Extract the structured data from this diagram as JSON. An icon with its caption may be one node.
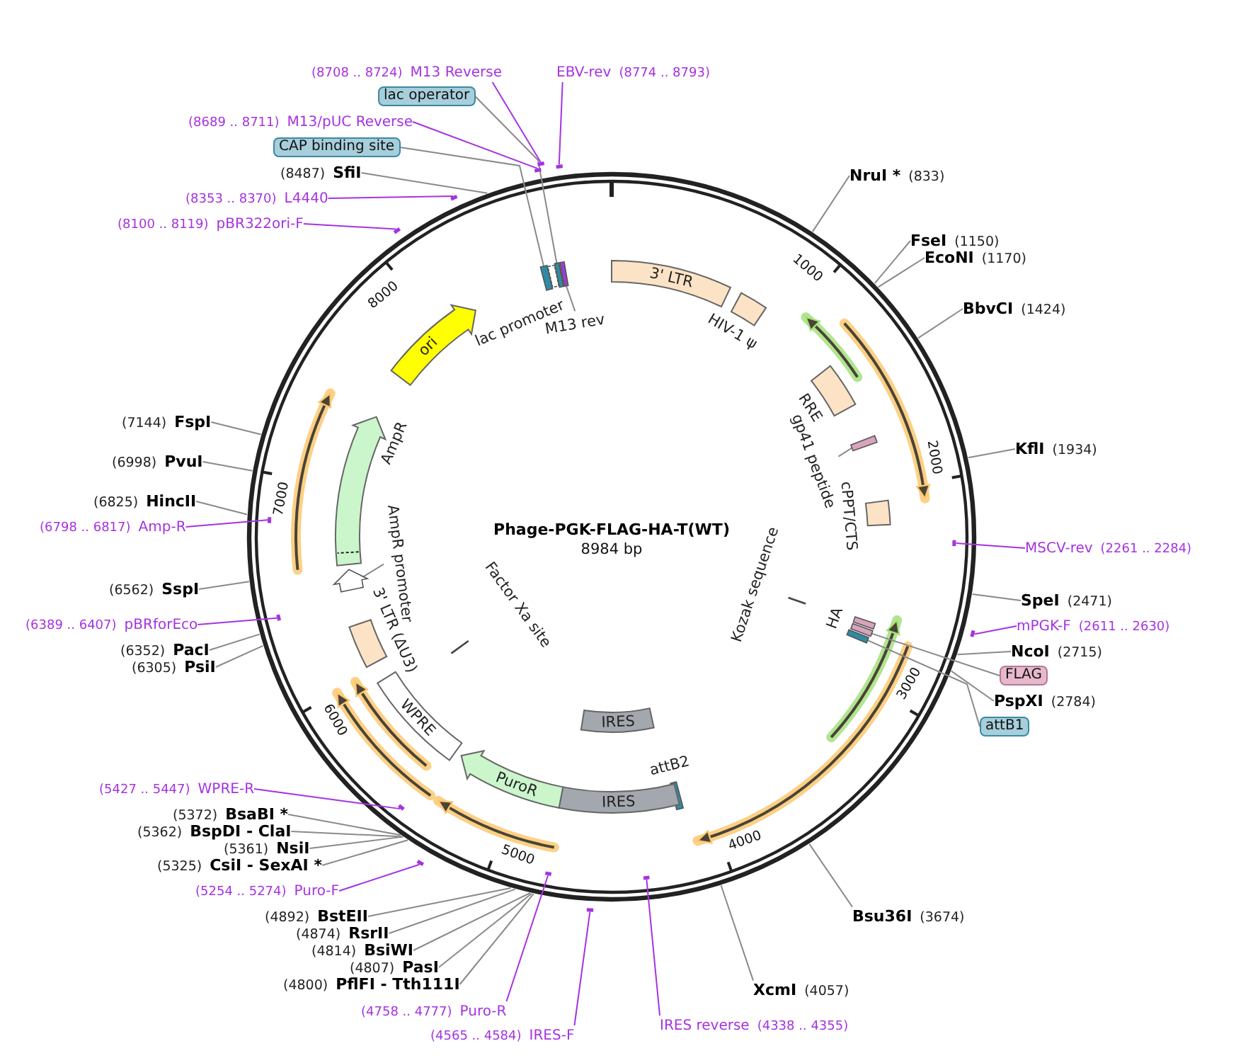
{
  "diagram": {
    "title": "Phage-PGK-FLAG-HA-T(WT)",
    "nodes": [
      {
        "text": [
          "NruI *",
          "(833)"
        ]
      },
      {
        "text": [
          "FseI",
          "(1150)"
        ]
      },
      {
        "text": [
          "EcoNI",
          "(1170)"
        ]
      },
      {
        "text": [
          "BbvCI",
          "(1424)"
        ]
      },
      {
        "text": [
          "KflI",
          "(1934)"
        ]
      },
      {
        "text": [
          "MSCV-rev",
          "(2261 .. 2284)"
        ]
      },
      {
        "text": [
          "SpeI",
          "(2471)"
        ]
      },
      {
        "text": [
          "mPGK-F",
          "(2611 .. 2630)"
        ]
      },
      {
        "text": [
          "NcoI",
          "(2715)"
        ]
      },
      {
        "text": [
          "FLAG"
        ]
      },
      {
        "text": [
          "PspXI",
          "(2784)"
        ]
      },
      {
        "text": [
          "attB1"
        ]
      },
      {
        "text": [
          "Bsu36I",
          "(3674)"
        ]
      },
      {
        "text": [
          "XcmI",
          "(4057)"
        ]
      },
      {
        "text": [
          "IRES reverse",
          "(4338 .. 4355)"
        ]
      },
      {
        "text": [
          "(4565 .. 4584)",
          "IRES-F"
        ]
      },
      {
        "text": [
          "(4758 .. 4777)",
          "Puro-R"
        ]
      },
      {
        "text": [
          "(4800)",
          "PflFI - Tth111I"
        ]
      },
      {
        "text": [
          "(4807)",
          "PasI"
        ]
      },
      {
        "text": [
          "(4814)",
          "BsiWI"
        ]
      },
      {
        "text": [
          "(4874)",
          "RsrII"
        ]
      },
      {
        "text": [
          "(4892)",
          "BstEII"
        ]
      },
      {
        "text": [
          "(5254 .. 5274)",
          "Puro-F"
        ]
      },
      {
        "text": [
          "(5325)",
          "CsiI - SexAI *"
        ]
      },
      {
        "text": [
          "(5361)",
          "NsiI"
        ]
      },
      {
        "text": [
          "(5362)",
          "BspDI - ClaI"
        ]
      },
      {
        "text": [
          "(5372)",
          "BsaBI *"
        ]
      },
      {
        "text": [
          "(5427 .. 5447)",
          "WPRE-R"
        ]
      },
      {
        "text": [
          "(6305)",
          "PsiI"
        ]
      },
      {
        "text": [
          "(6352)",
          "PacI"
        ]
      },
      {
        "text": [
          "(6389 .. 6407)",
          "pBRforEco"
        ]
      },
      {
        "text": [
          "(6562)",
          "SspI"
        ]
      },
      {
        "text": [
          "(6798 .. 6817)",
          "Amp-R"
        ]
      },
      {
        "text": [
          "(6825)",
          "HincII"
        ]
      },
      {
        "text": [
          "(6998)",
          "PvuI"
        ]
      },
      {
        "text": [
          "(7144)",
          "FspI"
        ]
      },
      {
        "text": [
          "(8100 .. 8119)",
          "pBR322ori-F"
        ]
      },
      {
        "text": [
          "(8353 .. 8370)",
          "L4440"
        ]
      },
      {
        "text": [
          "(8487)",
          "SfiI"
        ]
      },
      {
        "text": [
          "CAP binding site"
        ]
      },
      {
        "text": [
          "(8689 .. 8711)",
          "M13/pUC Reverse"
        ]
      },
      {
        "text": [
          "lac operator"
        ]
      },
      {
        "text": [
          "(8708 .. 8724)",
          "M13 Reverse"
        ]
      },
      {
        "text": [
          "EBV-rev",
          "(8774 .. 8793)"
        ]
      },
      {
        "text": [
          "3' LTR"
        ]
      },
      {
        "text": [
          "HIV-1 ψ"
        ]
      },
      {
        "text": [
          "RRE"
        ]
      },
      {
        "text": [
          "gp41 peptide"
        ]
      },
      {
        "text": [
          "cPPT/CTS"
        ]
      },
      {
        "text": [
          "Kozak sequence"
        ]
      },
      {
        "text": [
          "HA"
        ]
      },
      {
        "text": [
          "IRES"
        ]
      },
      {
        "text": [
          "attB2"
        ]
      },
      {
        "text": [
          "IRES"
        ]
      },
      {
        "text": [
          "PuroR"
        ]
      },
      {
        "text": [
          "WPRE"
        ]
      },
      {
        "text": [
          "Factor Xa site"
        ]
      },
      {
        "text": [
          "3' LTR (ΔU3)"
        ]
      },
      {
        "text": [
          "AmpR promoter"
        ]
      },
      {
        "text": [
          "AmpR"
        ]
      },
      {
        "text": [
          "ori"
        ]
      },
      {
        "text": [
          "lac promoter"
        ]
      },
      {
        "text": [
          "M13 rev"
        ]
      },
      {
        "text": [],
        "shape": "box"
      },
      {
        "text": [],
        "shape": "box"
      },
      {
        "text": [],
        "shape": "box"
      },
      {
        "text": [],
        "shape": "box"
      },
      {
        "text": [],
        "shape": "box"
      },
      {
        "text": [],
        "shape": "arrow"
      },
      {
        "text": [],
        "shape": "box"
      },
      {
        "text": [],
        "shape": "bar"
      },
      {
        "text": [],
        "shape": "bar"
      },
      {
        "text": [],
        "shape": "bar"
      },
      {
        "text": [],
        "shape": "bar"
      },
      {
        "text": [],
        "shape": "bar"
      },
      {
        "text": [],
        "shape": "bar"
      },
      {
        "text": [],
        "shape": "bar"
      },
      {
        "text": [],
        "shape": "bar"
      },
      {
        "text": [],
        "shape": "bar"
      },
      {
        "text": [],
        "shape": "bar"
      },
      {
        "text": [],
        "shape": "bar"
      },
      {
        "text": [],
        "shape": "bar"
      },
      {
        "text": [],
        "shape": "bar"
      },
      {
        "text": [],
        "shape": "bar"
      }
    ],
    "edges": [
      {
        "from": 0,
        "to": null,
        "arrow": "none"
      },
      {
        "from": 1,
        "to": null,
        "arrow": "none"
      },
      {
        "from": 2,
        "to": null,
        "arrow": "none"
      },
      {
        "from": 3,
        "to": null,
        "arrow": "none"
      },
      {
        "from": 4,
        "to": null,
        "arrow": "none"
      },
      {
        "from": 5,
        "to": 70,
        "arrow": "none",
        "color": "#a633e0"
      },
      {
        "from": 6,
        "to": null,
        "arrow": "none"
      },
      {
        "from": 7,
        "to": 71,
        "arrow": "none",
        "color": "#a633e0"
      },
      {
        "from": 8,
        "to": null,
        "arrow": "none"
      },
      {
        "from": 9,
        "to": 63,
        "arrow": "none"
      },
      {
        "from": 10,
        "to": null,
        "arrow": "none"
      },
      {
        "from": 11,
        "to": 64,
        "arrow": "none"
      },
      {
        "from": 12,
        "to": null,
        "arrow": "none"
      },
      {
        "from": 13,
        "to": null,
        "arrow": "none"
      },
      {
        "from": 14,
        "to": 72,
        "arrow": "none",
        "color": "#a633e0"
      },
      {
        "from": 15,
        "to": 73,
        "arrow": "none",
        "color": "#a633e0"
      },
      {
        "from": 16,
        "to": 74,
        "arrow": "none",
        "color": "#a633e0"
      },
      {
        "from": 17,
        "to": null,
        "arrow": "none"
      },
      {
        "from": 18,
        "to": null,
        "arrow": "none"
      },
      {
        "from": 19,
        "to": null,
        "arrow": "none"
      },
      {
        "from": 20,
        "to": null,
        "arrow": "none"
      },
      {
        "from": 21,
        "to": null,
        "arrow": "none"
      },
      {
        "from": 22,
        "to": 75,
        "arrow": "none",
        "color": "#a633e0"
      },
      {
        "from": 23,
        "to": null,
        "arrow": "none"
      },
      {
        "from": 24,
        "to": null,
        "arrow": "none"
      },
      {
        "from": 25,
        "to": null,
        "arrow": "none"
      },
      {
        "from": 26,
        "to": null,
        "arrow": "none"
      },
      {
        "from": 27,
        "to": 76,
        "arrow": "none",
        "color": "#a633e0"
      },
      {
        "from": 28,
        "to": null,
        "arrow": "none"
      },
      {
        "from": 29,
        "to": null,
        "arrow": "none"
      },
      {
        "from": 30,
        "to": 77,
        "arrow": "none",
        "color": "#a633e0"
      },
      {
        "from": 31,
        "to": null,
        "arrow": "none"
      },
      {
        "from": 32,
        "to": 78,
        "arrow": "none",
        "color": "#a633e0"
      },
      {
        "from": 33,
        "to": null,
        "arrow": "none"
      },
      {
        "from": 34,
        "to": null,
        "arrow": "none"
      },
      {
        "from": 35,
        "to": null,
        "arrow": "none"
      },
      {
        "from": 36,
        "to": 79,
        "arrow": "none",
        "color": "#a633e0"
      },
      {
        "from": 37,
        "to": 80,
        "arrow": "none",
        "color": "#a633e0"
      },
      {
        "from": 38,
        "to": null,
        "arrow": "none"
      },
      {
        "from": 39,
        "to": 65,
        "arrow": "none"
      },
      {
        "from": 40,
        "to": 81,
        "arrow": "none",
        "color": "#a633e0"
      },
      {
        "from": 41,
        "to": 66,
        "arrow": "none"
      },
      {
        "from": 42,
        "to": 82,
        "arrow": "none",
        "color": "#a633e0"
      },
      {
        "from": 43,
        "to": 83,
        "arrow": "none",
        "color": "#a633e0"
      },
      {
        "from": 47,
        "to": 67,
        "arrow": "none"
      },
      {
        "from": 58,
        "to": 68,
        "arrow": "none"
      },
      {
        "from": 62,
        "to": 69,
        "arrow": "none"
      }
    ],
    "labels": [
      "8984 bp",
      "1000",
      "2000",
      "3000",
      "4000",
      "5000",
      "6000",
      "7000",
      "8000"
    ]
  }
}
